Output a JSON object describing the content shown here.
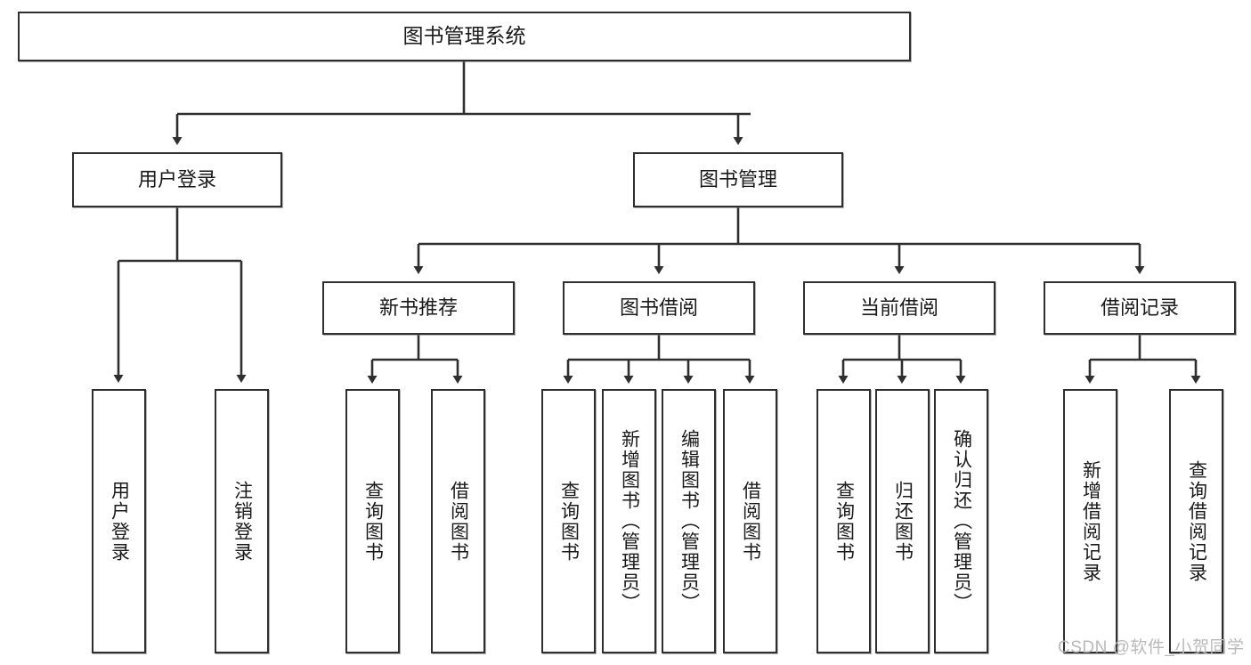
{
  "diagram": {
    "title": "图书管理系统",
    "type": "hierarchy-tree",
    "watermark": "CSDN @软件_小贺同学",
    "colors": {
      "stroke": "#2f2f2f",
      "fill": "#ffffff",
      "text": "#1a1a1a",
      "watermark": "#b9b9b9"
    },
    "nodes": {
      "root": {
        "label": "图书管理系统"
      },
      "level2": [
        {
          "label": "用户登录"
        },
        {
          "label": "图书管理"
        }
      ],
      "level3": [
        {
          "label": "新书推荐"
        },
        {
          "label": "图书借阅"
        },
        {
          "label": "当前借阅"
        },
        {
          "label": "借阅记录"
        }
      ],
      "leaves": {
        "user_login": [
          {
            "label": "用户登录"
          },
          {
            "label": "注销登录"
          }
        ],
        "new_book_recommend": [
          {
            "label": "查询图书"
          },
          {
            "label": "借阅图书"
          }
        ],
        "book_borrow": [
          {
            "label": "查询图书"
          },
          {
            "label": "新增图书（管理员）"
          },
          {
            "label": "编辑图书（管理员）"
          },
          {
            "label": "借阅图书"
          }
        ],
        "current_borrow": [
          {
            "label": "查询图书"
          },
          {
            "label": "归还图书"
          },
          {
            "label": "确认归还（管理员）"
          }
        ],
        "borrow_record": [
          {
            "label": "新增借阅记录"
          },
          {
            "label": "查询借阅记录"
          }
        ]
      }
    }
  }
}
